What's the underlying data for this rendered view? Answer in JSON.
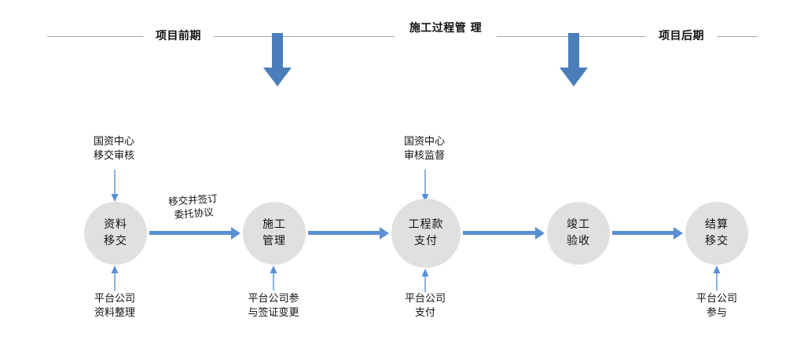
{
  "diagram": {
    "title_phases": [
      {
        "label": "项目前期"
      },
      {
        "label": "施工过程管\n理"
      },
      {
        "label": "项目后期"
      }
    ],
    "nodes": [
      {
        "label": "资料\n移交"
      },
      {
        "label": "施工\n管理"
      },
      {
        "label": "工程款\n支付"
      },
      {
        "label": "竣工\n验收"
      },
      {
        "label": "结算\n移交"
      }
    ],
    "edge_labels": [
      {
        "label": "移交并签订\n委托协议"
      }
    ],
    "annotations_top": [
      {
        "label": "国资中心\n移交审核"
      },
      {
        "label": "国资中心\n审核监督"
      }
    ],
    "annotations_bottom": [
      {
        "label": "平台公司\n资料整理"
      },
      {
        "label": "平台公司参\n与签证变更"
      },
      {
        "label": "平台公司\n支付"
      },
      {
        "label": "平台公司\n参与"
      }
    ],
    "colors": {
      "arrow_blue": "#5b8fd4",
      "node_fill": "#e0e0e0",
      "rule_gray": "#a6a6a6",
      "text": "#111111"
    }
  }
}
